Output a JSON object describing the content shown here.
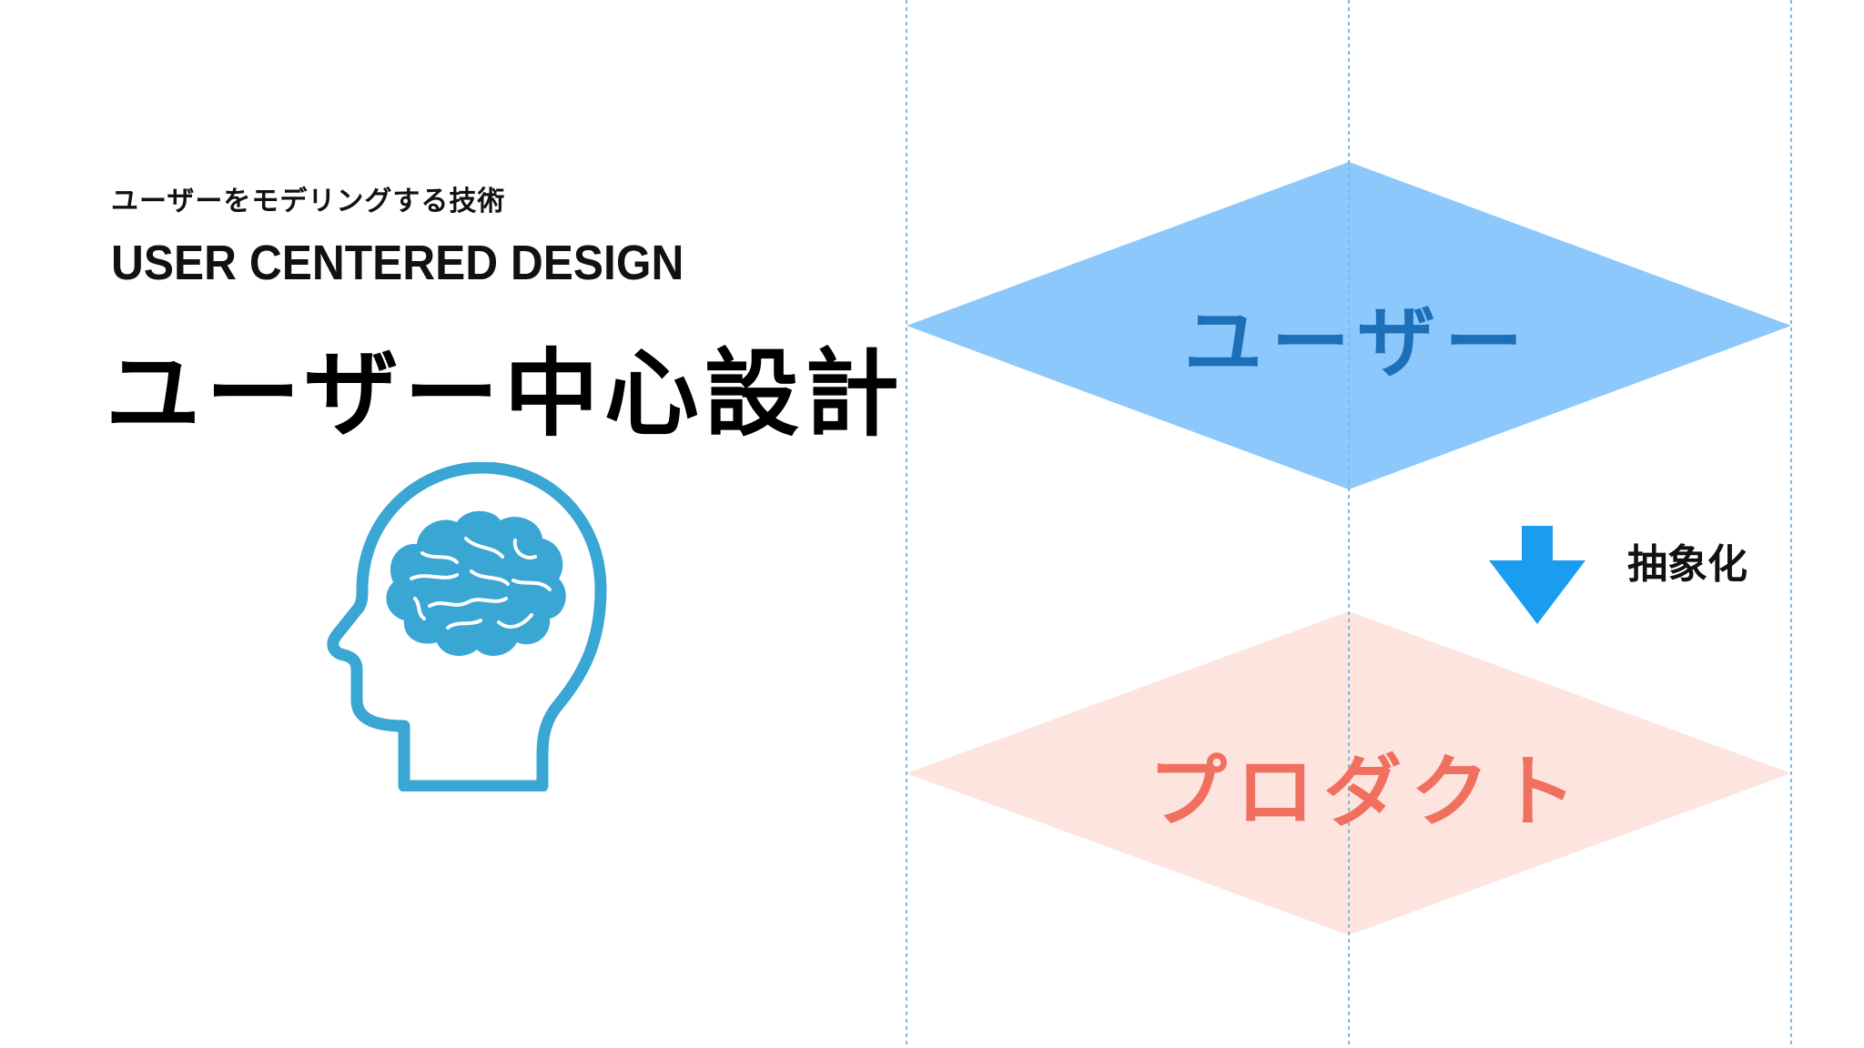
{
  "header": {
    "subtitle_jp": "ユーザーをモデリングする技術",
    "subtitle_en": "USER CENTERED DESIGN",
    "title": "ユーザー中心設計"
  },
  "icon": {
    "name": "head-brain-icon",
    "color": "#3aa6d4"
  },
  "diagram": {
    "top_label": "ユーザー",
    "bottom_label": "プロダクト",
    "arrow_label": "抽象化",
    "colors": {
      "top_fill": "#8cc8fb",
      "top_text": "#1d6fb8",
      "bottom_fill": "#fde4df",
      "bottom_text": "#f07060",
      "arrow": "#1a9df0",
      "guide_lines": "#7fb8e0"
    }
  }
}
